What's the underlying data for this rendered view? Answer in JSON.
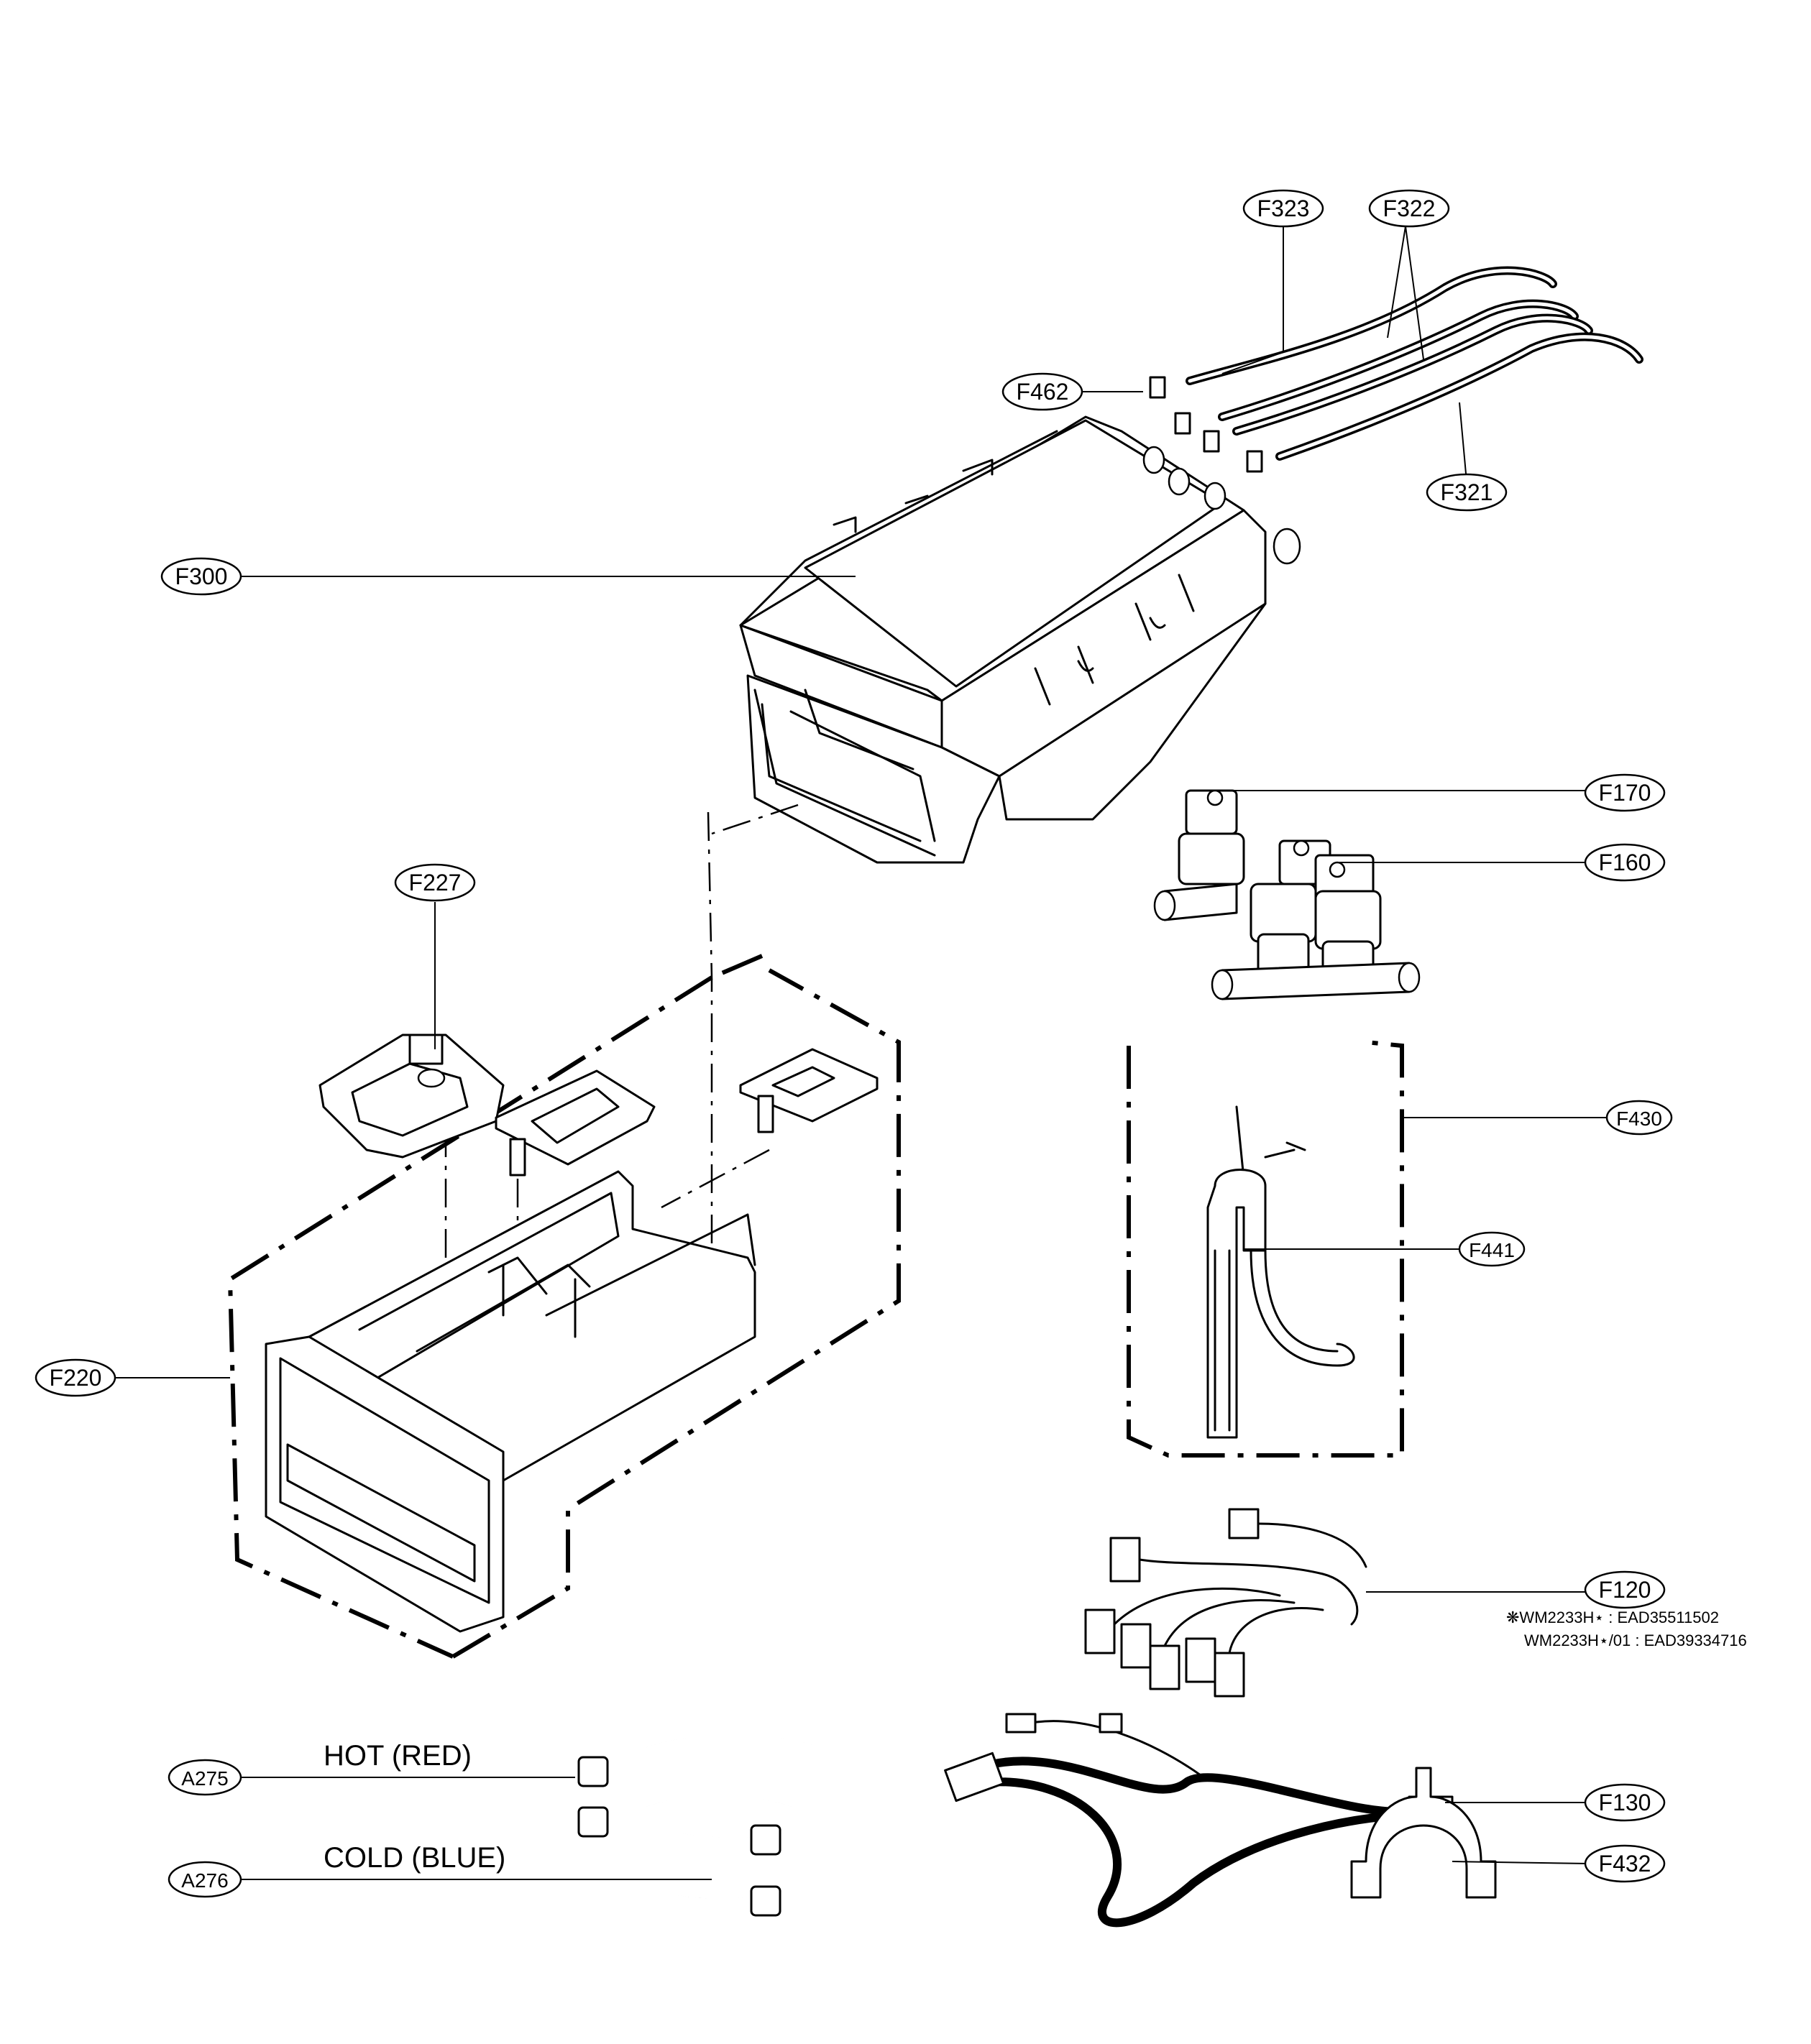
{
  "callouts": {
    "f323": "F323",
    "f322": "F322",
    "f462": "F462",
    "f321": "F321",
    "f300": "F300",
    "f170": "F170",
    "f160": "F160",
    "f227": "F227",
    "f430": "F430",
    "f441": "F441",
    "f220": "F220",
    "f120": "F120",
    "a275": "A275",
    "a276": "A276",
    "f130": "F130",
    "f432": "F432"
  },
  "notes": {
    "f120_line1": "❋WM2233H⋆ : EAD35511502",
    "f120_line2": "WM2233H⋆/01 : EAD39334716"
  },
  "captions": {
    "hot": "HOT (RED)",
    "cold": "COLD (BLUE)"
  }
}
